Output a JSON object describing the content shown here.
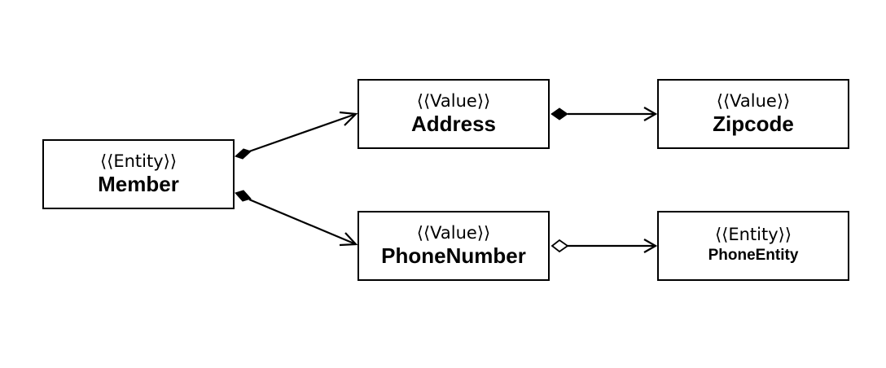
{
  "classes": {
    "member": {
      "stereotype": "⟨⟨Entity⟩⟩",
      "name": "Member"
    },
    "address": {
      "stereotype": "⟨⟨Value⟩⟩",
      "name": "Address"
    },
    "zipcode": {
      "stereotype": "⟨⟨Value⟩⟩",
      "name": "Zipcode"
    },
    "phone_number": {
      "stereotype": "⟨⟨Value⟩⟩",
      "name": "PhoneNumber"
    },
    "phone_entity": {
      "stereotype": "⟨⟨Entity⟩⟩",
      "name": "PhoneEntity"
    }
  },
  "relations": [
    {
      "from": "Member",
      "to": "Address",
      "kind": "composition"
    },
    {
      "from": "Member",
      "to": "PhoneNumber",
      "kind": "composition"
    },
    {
      "from": "Address",
      "to": "Zipcode",
      "kind": "composition"
    },
    {
      "from": "PhoneNumber",
      "to": "PhoneEntity",
      "kind": "aggregation"
    }
  ],
  "colors": {
    "line": "#000000",
    "background": "#ffffff"
  }
}
